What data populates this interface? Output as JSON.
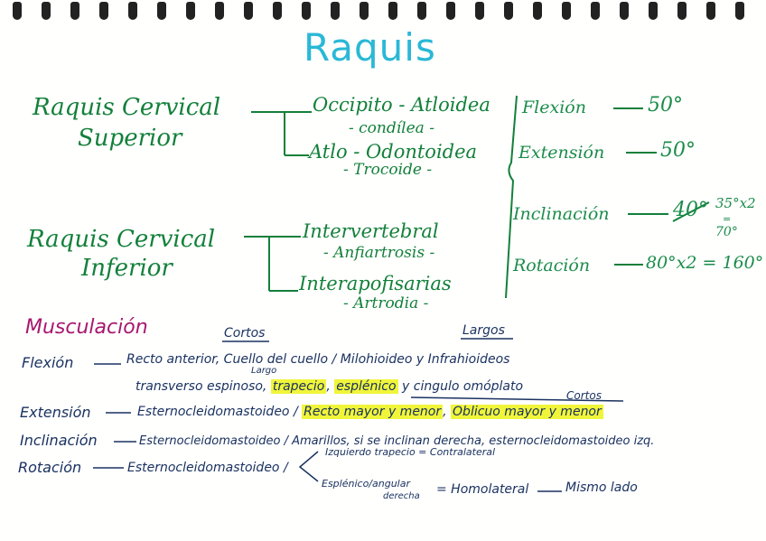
{
  "title": "Raquis",
  "superior": {
    "heading_line1": "Raquis Cervical",
    "heading_line2": "Superior",
    "joint1": "Occipito - Atloidea",
    "joint1_type": "- condílea -",
    "joint2": "Atlo - Odontoidea",
    "joint2_type": "- Trocoide -"
  },
  "inferior": {
    "heading_line1": "Raquis Cervical",
    "heading_line2": "Inferior",
    "joint1": "Intervertebral",
    "joint1_type": "- Anfiartrosis -",
    "joint2": "Interapofisarias",
    "joint2_type": "- Artrodia -"
  },
  "ranges": {
    "flexion": "Flexión",
    "flexion_value": "50°",
    "extension": "Extensión",
    "extension_value": "50°",
    "inclinacion": "Inclinación",
    "inclinacion_value": "40°",
    "inclinacion_alt": "35°x2",
    "inclinacion_total_sign": "=",
    "inclinacion_total": "70°",
    "rotacion": "Rotación",
    "rotacion_value": "80°x2 = 160°"
  },
  "musculacion": {
    "heading": "Musculación",
    "cortos_label": "Cortos",
    "largos_label": "Largos",
    "largo_small": "Largo",
    "cortos_label2": "Cortos",
    "flexion_label": "Flexión",
    "flexion_line1": "Recto anterior, Cuello del cuello / Milohioideo y Infrahioideos",
    "flexion_line2_a": "transverso espinoso,",
    "flexion_line2_b": "trapecio",
    "flexion_line2_c": ",",
    "flexion_line2_d": "esplénico",
    "flexion_line2_e": "y cingulo omóplato",
    "extension_label": "Extensión",
    "extension_text_a": "Esternocleidomastoideo /",
    "extension_text_b": "Recto mayor y menor",
    "extension_text_c": ",",
    "extension_text_d": "Oblicuo mayor y menor",
    "inclinacion_label": "Inclinación",
    "inclinacion_text": "Esternocleidomastoideo / Amarillos, si se inclinan derecha, esternocleidomastoideo izq.",
    "rotacion_label": "Rotación",
    "rotacion_text": "Esternocleidomastoideo /",
    "rotacion_branch1": "Izquierdo trapecio = Contralateral",
    "rotacion_branch2_a": "Esplénico/angular",
    "rotacion_branch2_b": "derecha",
    "rotacion_branch2_c": "= Homolateral",
    "rotacion_branch2_d": "Mismo lado"
  },
  "colors": {
    "title": "#2ab8d6",
    "green": "#13803a",
    "ink": "#1a3260",
    "purple": "#a8186e",
    "highlight": "#f0f53a"
  }
}
